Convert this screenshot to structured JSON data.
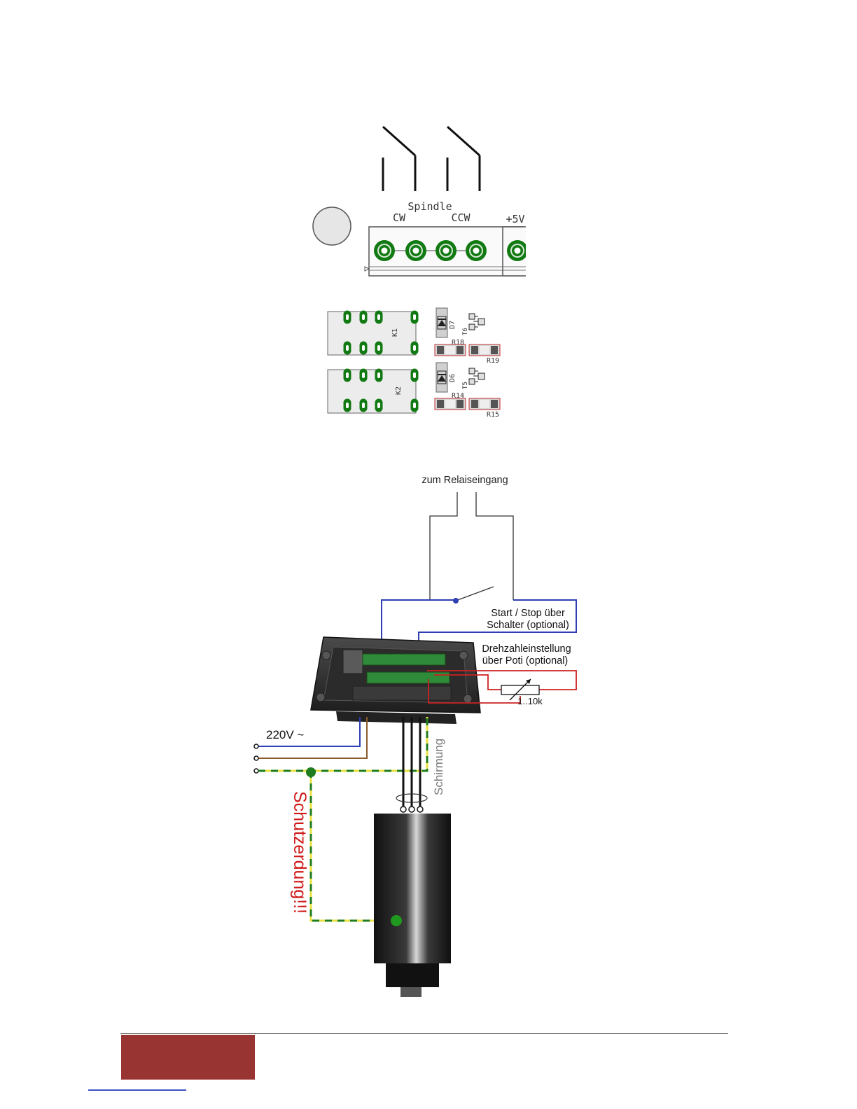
{
  "pcb": {
    "header": "Spindle",
    "cw": "CW",
    "ccw": "CCW",
    "plus5v": "+5V",
    "relay1": "K1",
    "relay2": "K2",
    "d7": "D7",
    "d6": "D6",
    "t6": "T6",
    "t5": "T5",
    "r18": "R18",
    "r19": "R19",
    "r14": "R14",
    "r15": "R15"
  },
  "wiring": {
    "relay_input": "zum Relaiseingang",
    "start_stop_line1": "Start / Stop über",
    "start_stop_line2": "Schalter (optional)",
    "speed_line1": "Drehzahleinstellung",
    "speed_line2": "über Poti (optional)",
    "poti_value": "1..10k",
    "mains": "220V ~",
    "shielding": "Schirmung",
    "earthing": "Schutzerdung!!!"
  },
  "colors": {
    "pad_green": "#127a12",
    "wire_blue": "#2d3fb3",
    "wire_red": "#cc2222",
    "wire_brown": "#8a5a2b",
    "earth_green": "#1f7d1f",
    "earth_yellow": "#e8e040",
    "footer": "#983533"
  }
}
